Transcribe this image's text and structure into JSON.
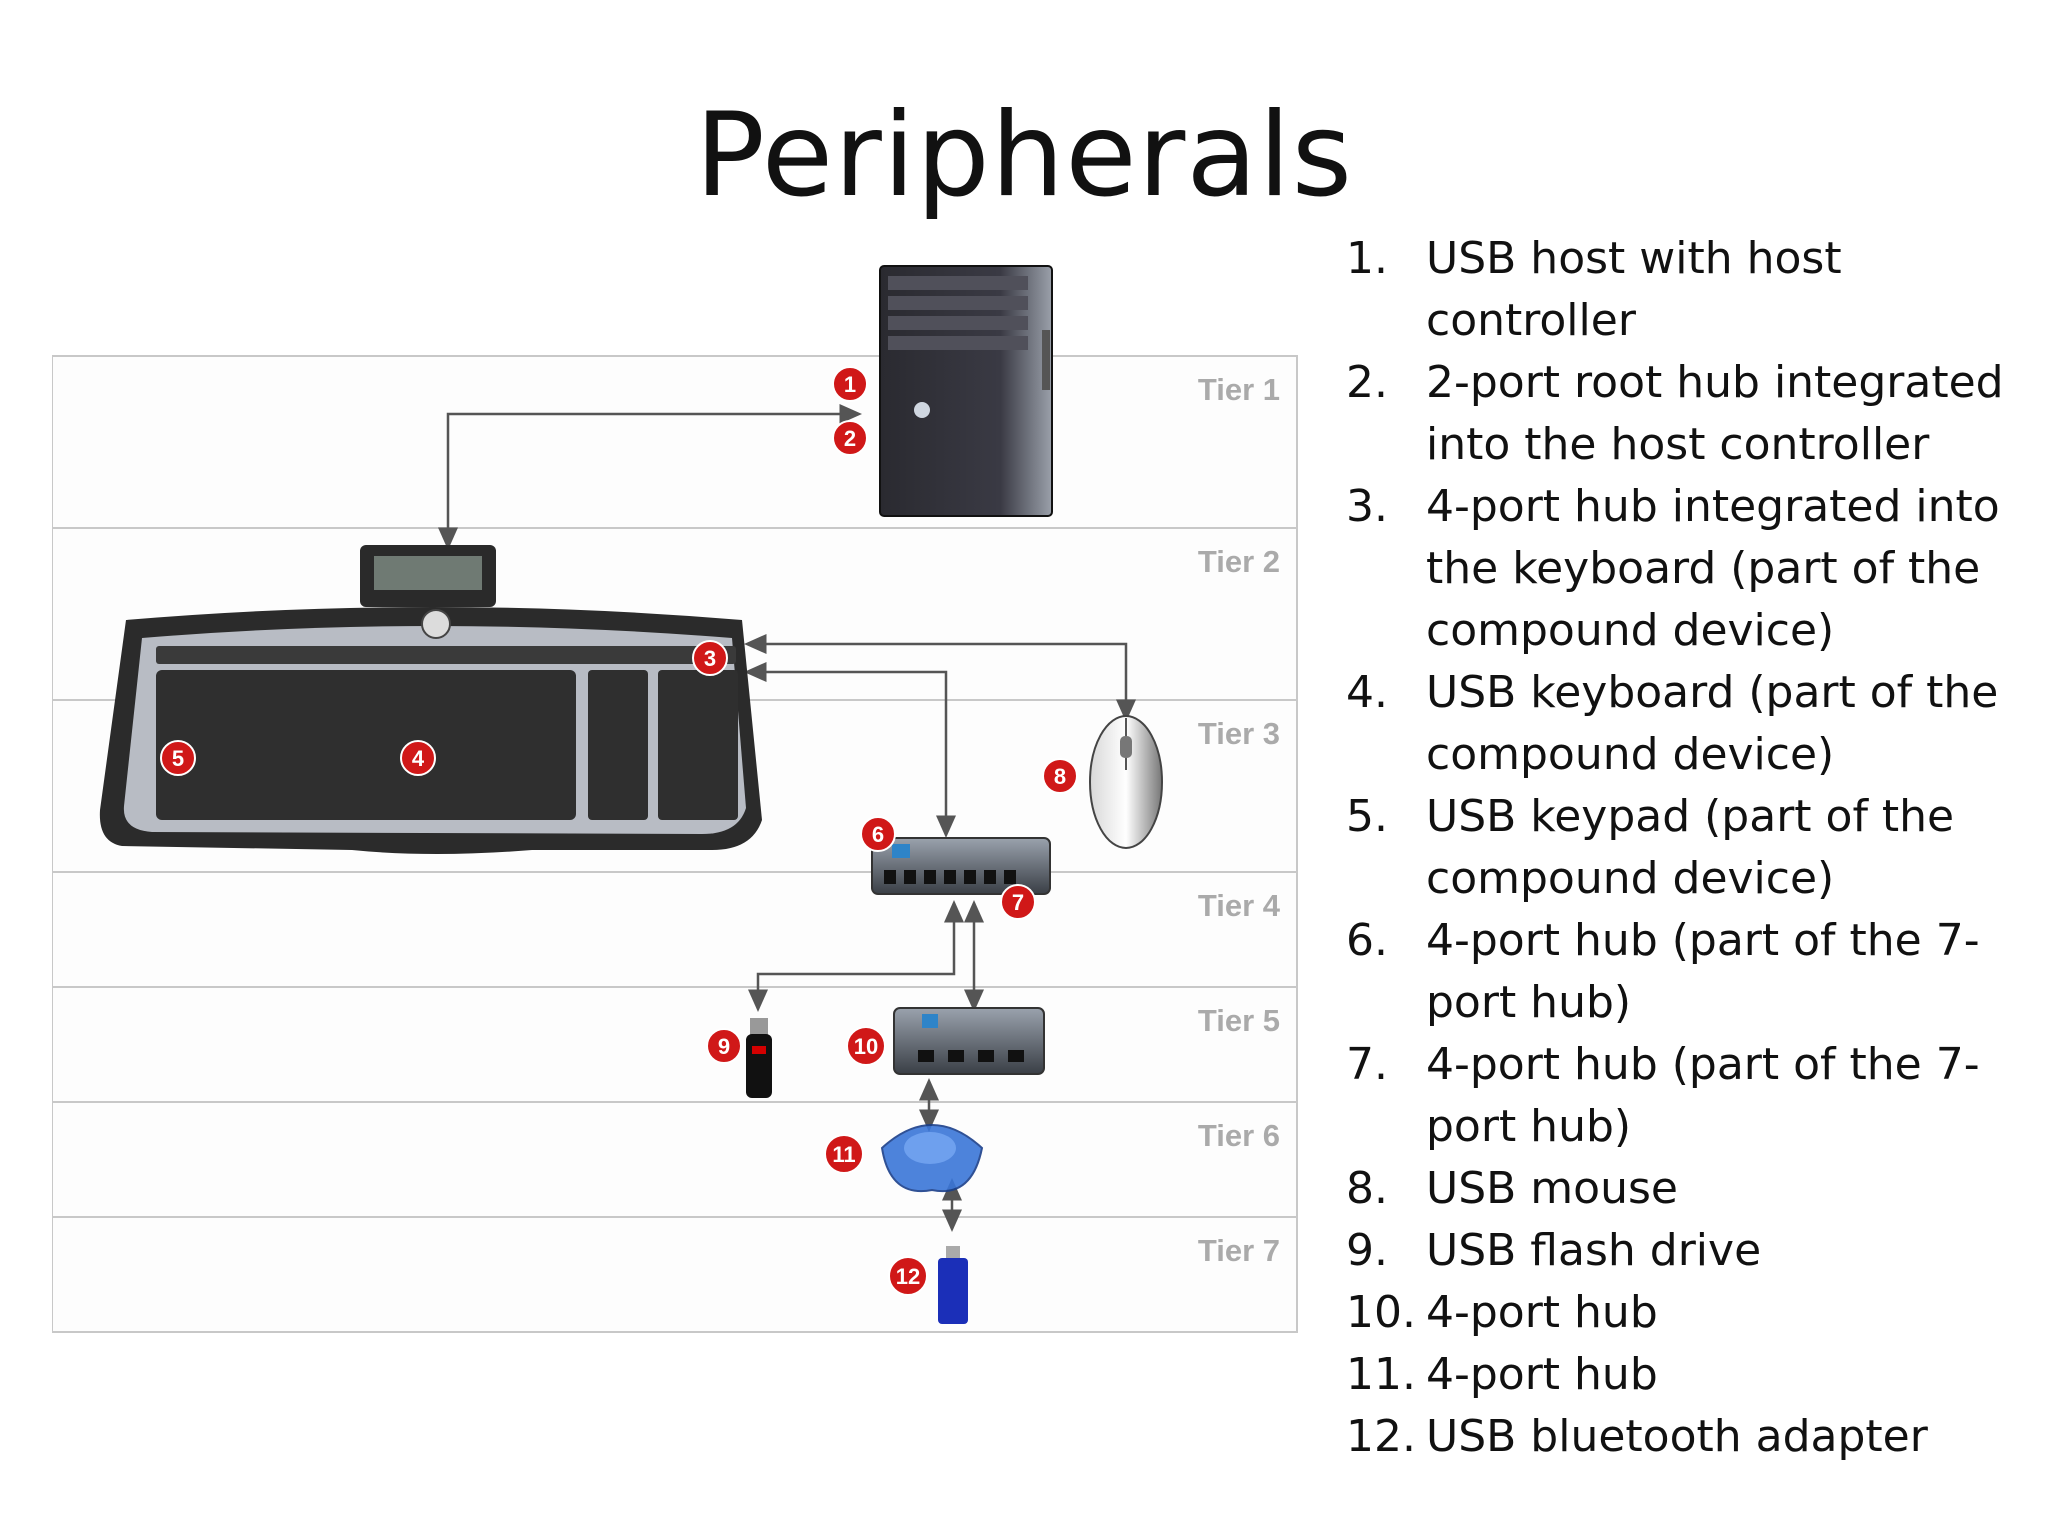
{
  "title": "Peripherals",
  "tiers": [
    "Tier 1",
    "Tier 2",
    "Tier 3",
    "Tier 4",
    "Tier 5",
    "Tier 6",
    "Tier 7"
  ],
  "badges": [
    "1",
    "2",
    "3",
    "4",
    "5",
    "6",
    "7",
    "8",
    "9",
    "10",
    "11",
    "12"
  ],
  "legend": [
    {
      "num": "1.",
      "text": "USB host with host controller"
    },
    {
      "num": "2.",
      "text": "2-port root hub integrated into the host controller"
    },
    {
      "num": "3.",
      "text": "4-port hub integrated into the keyboard (part of the compound device)"
    },
    {
      "num": "4.",
      "text": "USB keyboard (part of the compound device)"
    },
    {
      "num": "5.",
      "text": "USB keypad (part of the compound device)"
    },
    {
      "num": "6.",
      "text": "4-port hub (part of the 7-port hub)"
    },
    {
      "num": "7.",
      "text": "4-port hub (part of the 7-port hub)"
    },
    {
      "num": "8.",
      "text": "USB mouse"
    },
    {
      "num": "9.",
      "text": "USB flash drive"
    },
    {
      "num": "10.",
      "text": "4-port hub"
    },
    {
      "num": "11.",
      "text": "4-port hub"
    },
    {
      "num": "12.",
      "text": "USB bluetooth adapter"
    }
  ],
  "colors": {
    "badge": "#d01818",
    "tier_line": "#c8c8c8",
    "tier_text": "#aaaaaa",
    "connector": "#555555"
  }
}
